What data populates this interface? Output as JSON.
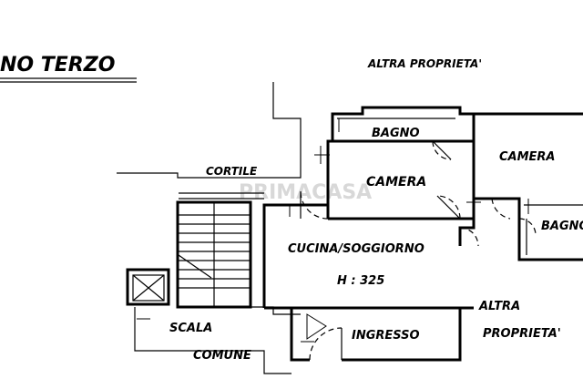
{
  "floor_title": "NO   TERZO",
  "labels": {
    "altra_proprieta_top": "ALTRA PROPRIETA'",
    "bagno_top": "BAGNO",
    "camera_center": "CAMERA",
    "camera_right": "CAMERA",
    "bagno_right": "BAGNO",
    "cortile": "CORTILE",
    "cucina_soggiorno": "CUCINA/SOGGIORNO",
    "height": "H : 325",
    "altra_line1": "ALTRA",
    "altra_line2": "PROPRIETA'",
    "scala": "SCALA",
    "comune": "COMUNE",
    "ingresso": "INGRESSO"
  },
  "watermark": "PRIMACASA"
}
